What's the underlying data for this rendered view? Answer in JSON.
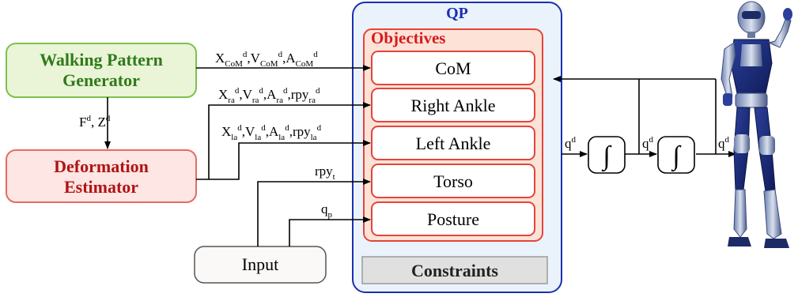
{
  "blocks": {
    "wpg_line1": "Walking Pattern",
    "wpg_line2": "Generator",
    "def_line1": "Deformation",
    "def_line2": "Estimator",
    "input": "Input",
    "qp": "QP",
    "objectives": "Objectives",
    "constraints": "Constraints",
    "tasks": [
      "CoM",
      "Right Ankle",
      "Left Ankle",
      "Torso",
      "Posture"
    ]
  },
  "signals": {
    "wpg_to_def": {
      "a": "F",
      "a_sup": "d",
      "sep": ", ",
      "b": "Z",
      "b_sup": "d"
    },
    "com": [
      {
        "base": "X",
        "sub": "CoM",
        "sup": "d",
        "sep": ","
      },
      {
        "base": "V",
        "sub": "CoM",
        "sup": "d",
        "sep": ","
      },
      {
        "base": "A",
        "sub": "CoM",
        "sup": "d",
        "sep": ""
      }
    ],
    "right_ankle": [
      {
        "base": "X",
        "sub": "ra",
        "sup": "d",
        "sep": ","
      },
      {
        "base": "V",
        "sub": "ra",
        "sup": "d",
        "sep": ","
      },
      {
        "base": "A",
        "sub": "ra",
        "sup": "d",
        "sep": ","
      },
      {
        "base": "rpy",
        "sub": "ra",
        "sup": "d",
        "sep": ""
      }
    ],
    "left_ankle": [
      {
        "base": "X",
        "sub": "la",
        "sup": "d",
        "sep": ","
      },
      {
        "base": "V",
        "sub": "la",
        "sup": "d",
        "sep": ","
      },
      {
        "base": "A",
        "sub": "la",
        "sup": "d",
        "sep": ","
      },
      {
        "base": "rpy",
        "sub": "la",
        "sup": "d",
        "sep": ""
      }
    ],
    "torso": {
      "base": "rpy",
      "sub": "t"
    },
    "posture": {
      "base": "q",
      "sub": "p"
    },
    "qdd": {
      "base": "q",
      "sup": "d"
    },
    "qd": {
      "base": "q",
      "sup": "d"
    },
    "q": {
      "base": "q",
      "sup": "d"
    }
  },
  "integrator_symbol": "∫",
  "colors": {
    "wpg_fill": "#e9f5d6",
    "wpg_stroke": "#7cc24a",
    "wpg_text": "#2f7a1a",
    "def_fill": "#fde6e4",
    "def_stroke": "#e36b64",
    "def_text": "#b01414",
    "qp_fill": "#eaf3fb",
    "qp_stroke": "#1a2fb0",
    "qp_text": "#1a2fb0",
    "obj_fill": "#fde2d7",
    "obj_stroke": "#e3453a",
    "obj_text": "#d71a1a",
    "cons_fill": "#e0e0e0",
    "cons_stroke": "#9a9a9a"
  }
}
